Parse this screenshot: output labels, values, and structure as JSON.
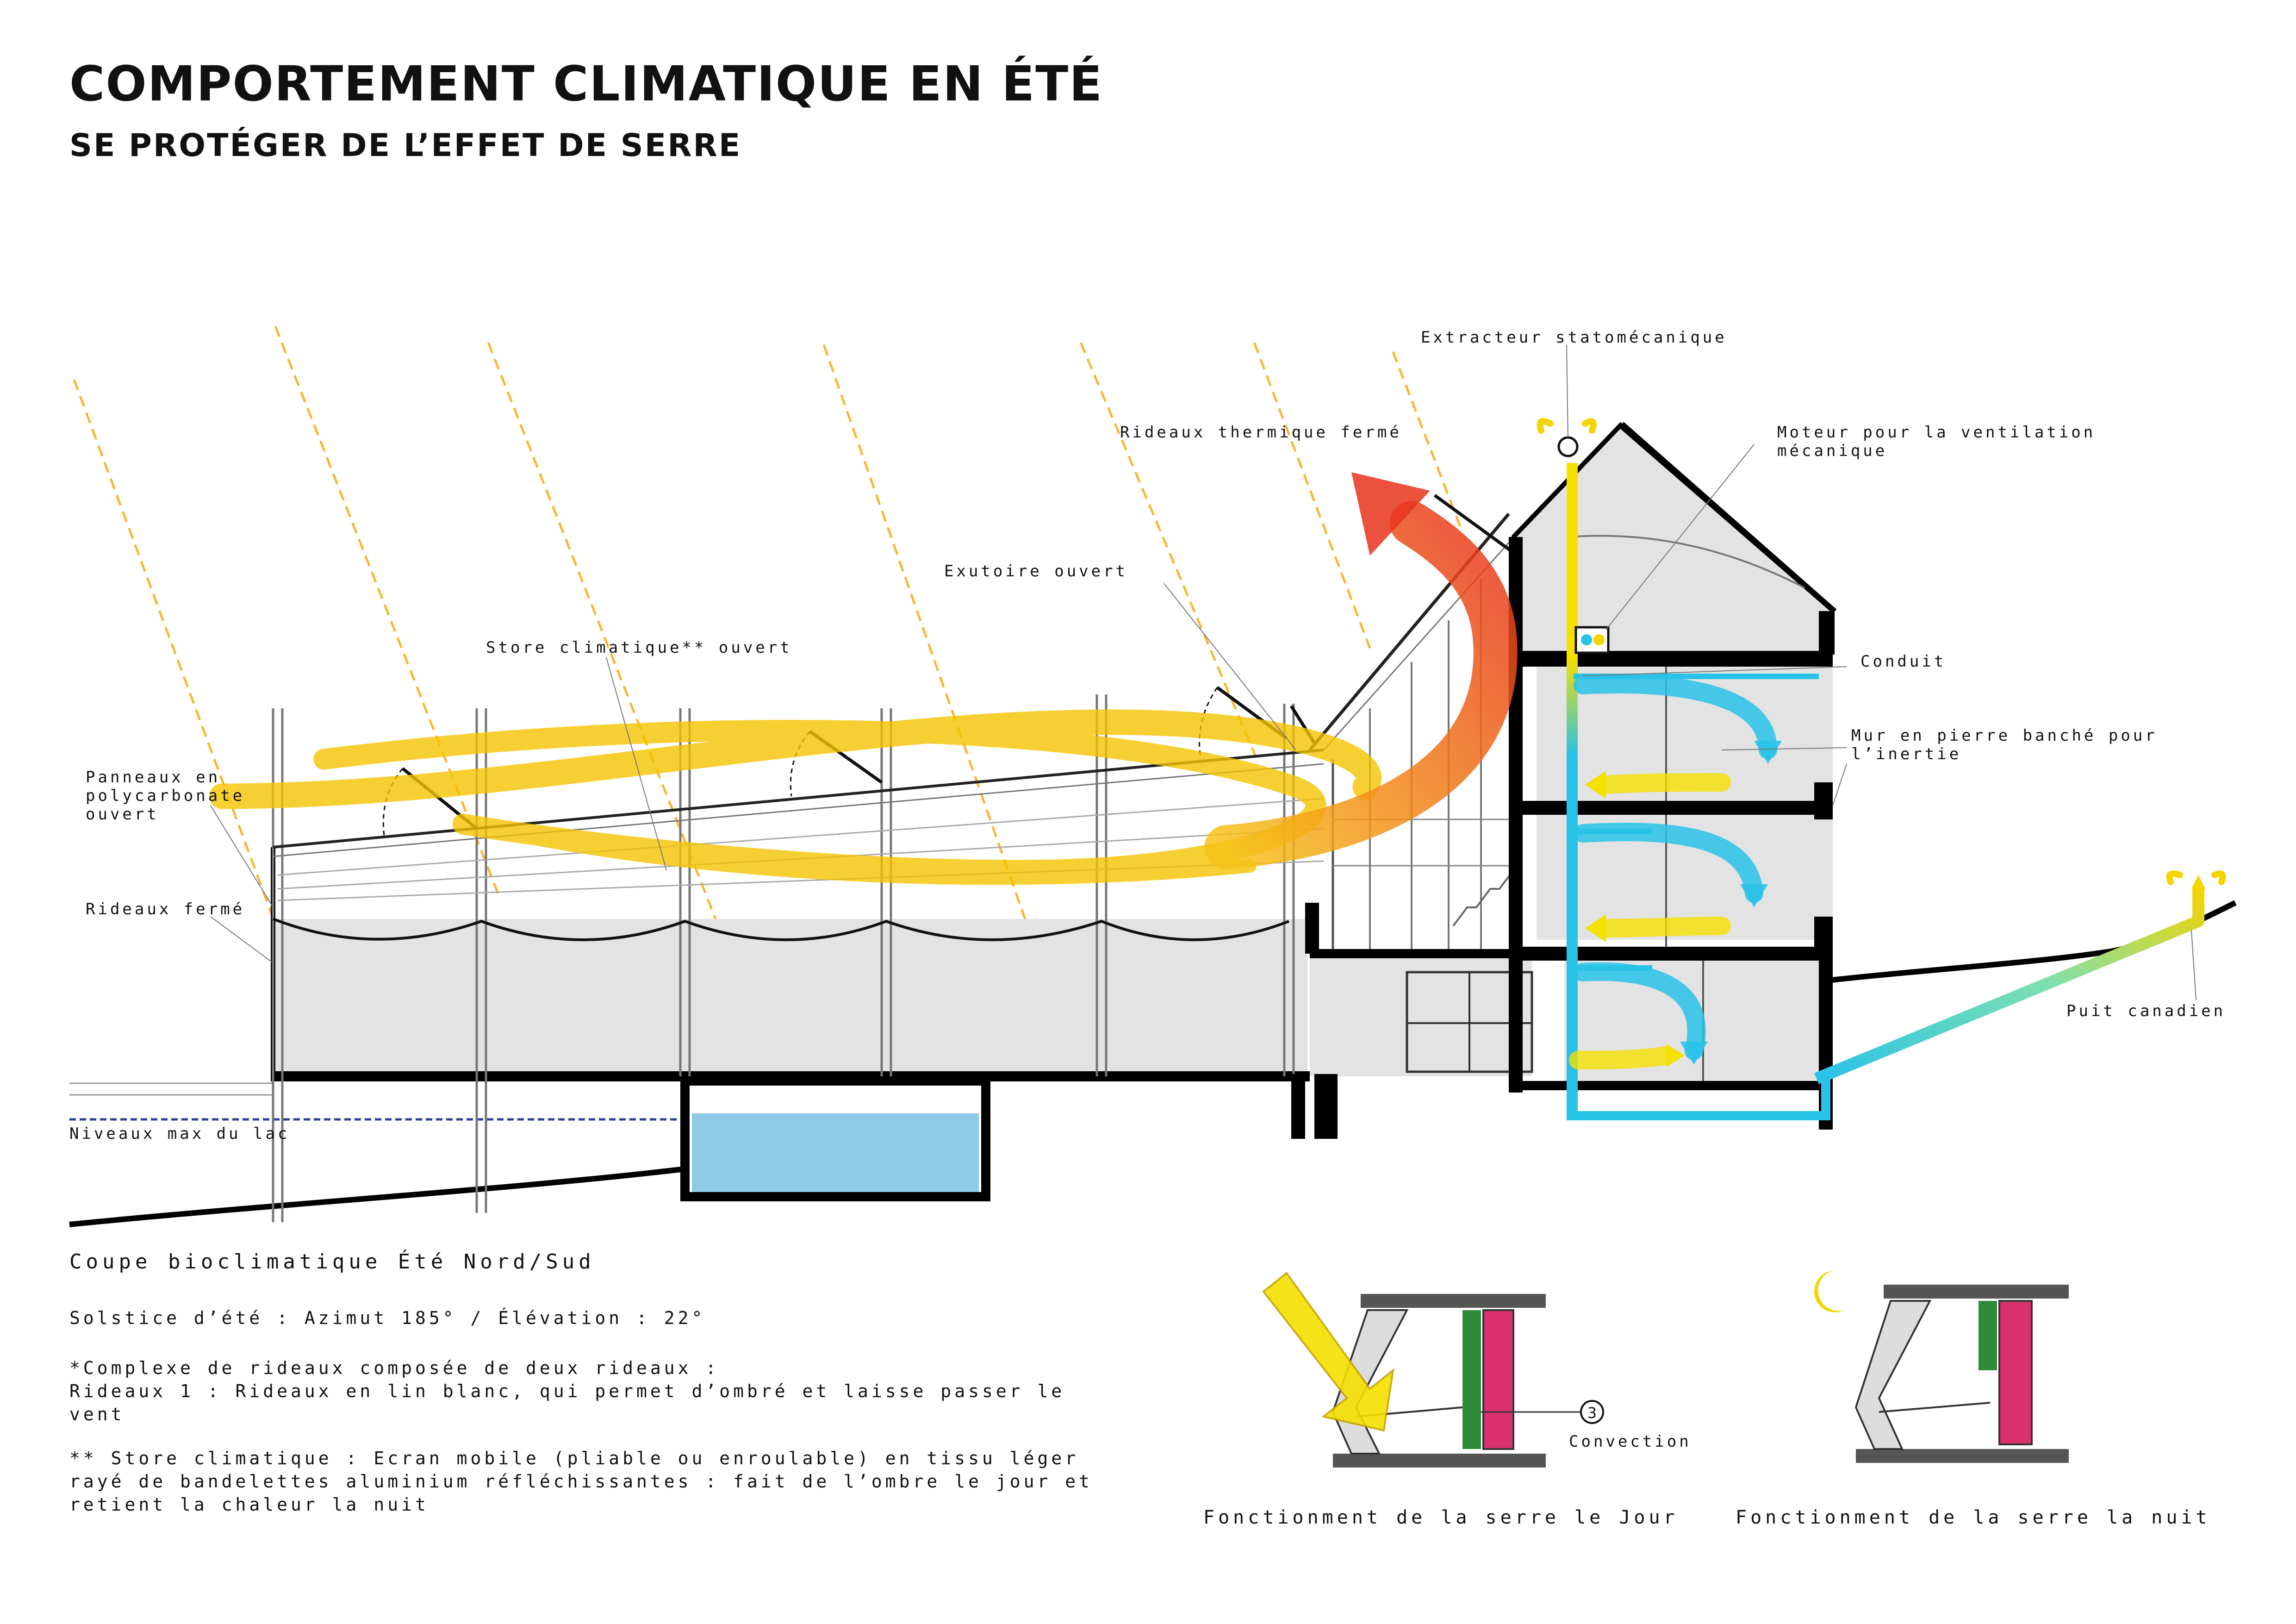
{
  "title": "COMPORTEMENT CLIMATIQUE EN ÉTÉ",
  "subtitle": "SE PROTÉGER DE L’EFFET DE SERRE",
  "labels": {
    "extracteur": "Extracteur statomécanique",
    "rideaux_thermique": "Rideaux thermique fermé",
    "moteur_1": "Moteur pour la ventilation",
    "moteur_2": "mécanique",
    "exutoire": "Exutoire ouvert",
    "store": "Store climatique** ouvert",
    "conduit": "Conduit",
    "mur_1": "Mur en pierre banché pour",
    "mur_2": "l’inertie",
    "panneaux_1": "Panneaux en",
    "panneaux_2": "polycarbonate",
    "panneaux_3": "ouvert",
    "rideaux_ferme": "Rideaux fermé",
    "puit": "Puit canadien",
    "niveaux": "Niveaux max du lac",
    "convection_num": "3",
    "convection": "Convection"
  },
  "text": {
    "coupe_title": "Coupe bioclimatique Été Nord/Sud",
    "solstice": "Solstice d’été : Azimut 185° / Élévation : 22°",
    "rideaux_note": "*Complexe de rideaux composée de deux rideaux :\nRideaux 1 : Rideaux en lin blanc, qui permet d’ombré et laisse passer le\nvent",
    "store_note": "** Store climatique : Ecran mobile (pliable ou enroulable) en tissu léger\nrayé de bandelettes aluminium réfléchissantes : fait de l’ombre le jour et\nretient la chaleur la nuit"
  },
  "mini": {
    "jour_caption": "Fonctionment de la serre le Jour",
    "nuit_caption": "Fonctionment de la serre la nuit"
  },
  "colors": {
    "sun_rays": "#f7b733",
    "warm_air": "#f5c400",
    "hot_air": "#e8341c",
    "cool_air": "#29c3e8",
    "water": "#8ecae6",
    "wall_gray": "#e3e3e3",
    "lake_line": "#2a3f8f"
  }
}
